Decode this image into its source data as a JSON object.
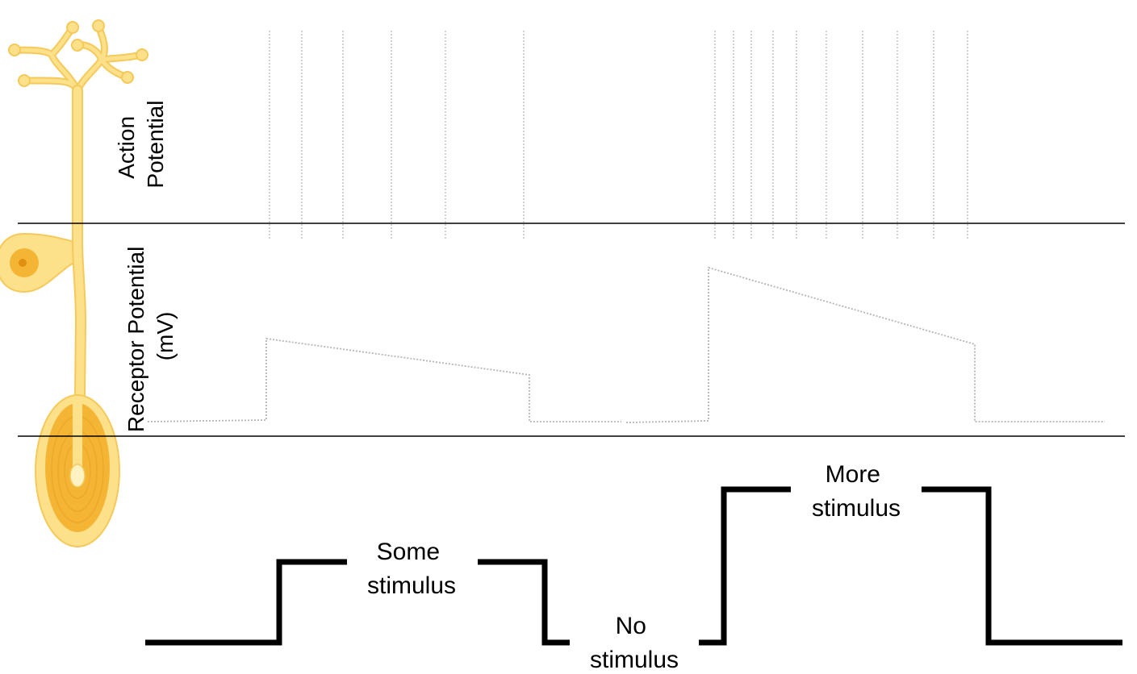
{
  "axes": {
    "action_potential_label_line1": "Action",
    "action_potential_label_line2": "Potential",
    "receptor_potential_label_line1": "Receptor Potential",
    "receptor_potential_label_line2": "(mV)"
  },
  "stimulus_labels": {
    "some_line1": "Some",
    "some_line2": "stimulus",
    "none_line1": "No",
    "none_line2": "stimulus",
    "more_line1": "More",
    "more_line2": "stimulus"
  },
  "colors": {
    "neuron_fill": "#fce08a",
    "neuron_stroke": "#f5c95a",
    "corpuscle_dark": "#f4b535",
    "nucleus": "#f2a81d",
    "trace": "#b5b5b5",
    "stimulus": "#000000",
    "divider": "#000000"
  }
}
